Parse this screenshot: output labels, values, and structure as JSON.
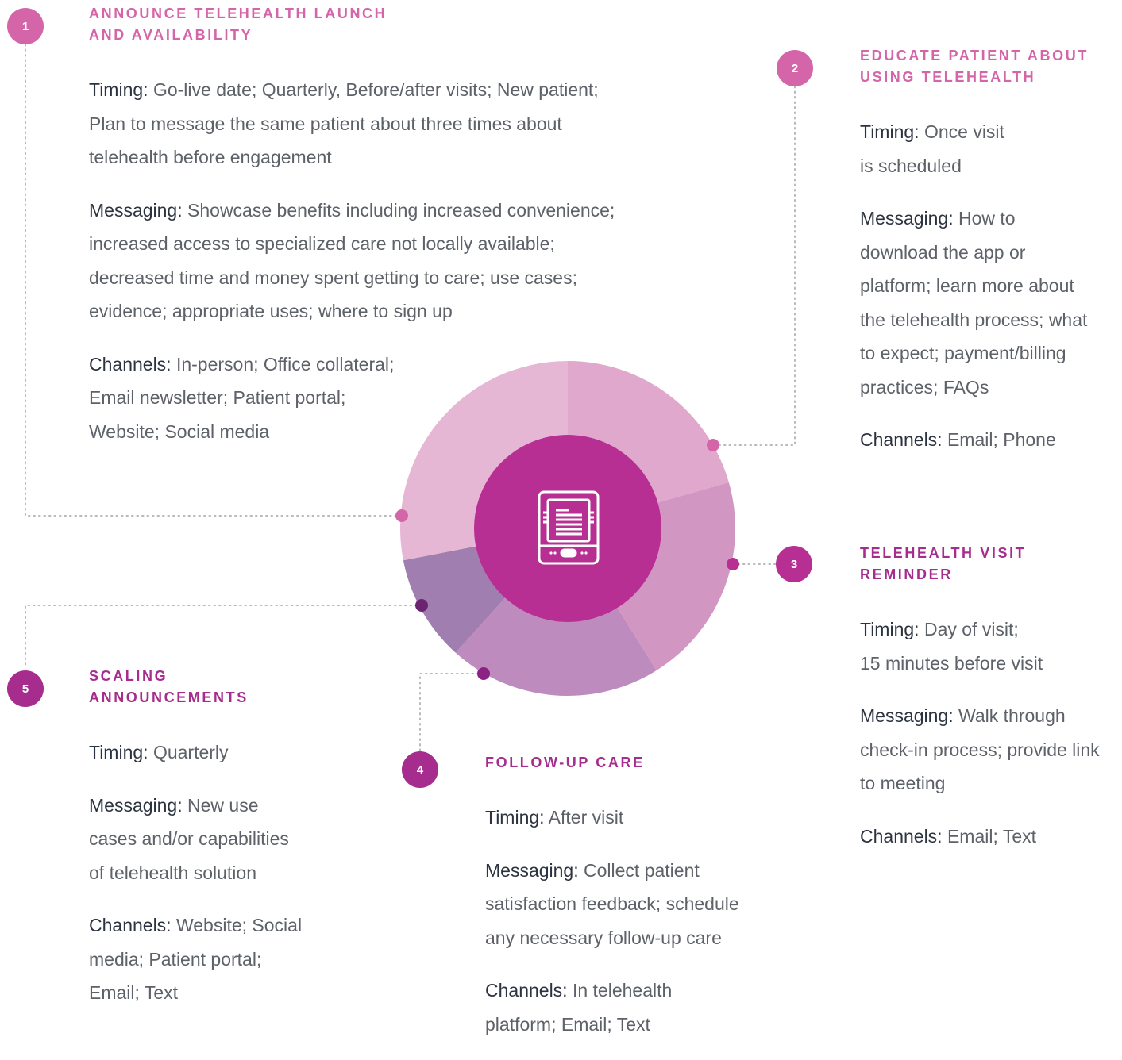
{
  "colors": {
    "pink": "#d465a9",
    "magenta": "#b82f93",
    "purple": "#a62d8e",
    "dark_purple": "#6b2570",
    "dotted_line": "#b9b9b9",
    "segment_1": "#e5b7d5",
    "segment_2": "#e0a8cc",
    "segment_3": "#d296c3",
    "segment_4": "#be8bbf",
    "segment_5": "#a07fb0",
    "hub": "#b82f93"
  },
  "center": {
    "icon": "tablet-document-icon"
  },
  "stages": [
    {
      "number": "1",
      "title_line1": "ANNOUNCE TELEHEALTH LAUNCH",
      "title_line2": "AND AVAILABILITY",
      "timing_label": "Timing:",
      "timing_lines": [
        " Go-live date; Quarterly, Before/after visits; New patient;",
        "Plan to message the same patient about three times about",
        "telehealth before engagement"
      ],
      "messaging_label": "Messaging:",
      "messaging_lines": [
        " Showcase benefits including increased convenience;",
        "increased access to specialized care not locally available;",
        "decreased time and money spent getting to care; use cases;",
        "evidence; appropriate uses; where to sign up"
      ],
      "channels_label": "Channels:",
      "channels_lines": [
        " In-person; Office collateral;",
        "Email newsletter; Patient portal;",
        "Website; Social media"
      ]
    },
    {
      "number": "2",
      "title_line1": "EDUCATE PATIENT ABOUT",
      "title_line2": "USING TELEHEALTH",
      "timing_label": "Timing:",
      "timing_lines": [
        " Once visit",
        "is scheduled"
      ],
      "messaging_label": "Messaging:",
      "messaging_lines": [
        " How to",
        "download the app or",
        "platform; learn more about",
        "the telehealth process; what",
        "to expect; payment/billing",
        "practices; FAQs"
      ],
      "channels_label": "Channels:",
      "channels_lines": [
        " Email; Phone"
      ]
    },
    {
      "number": "3",
      "title_line1": "TELEHEALTH VISIT",
      "title_line2": "REMINDER",
      "timing_label": "Timing:",
      "timing_lines": [
        " Day of visit;",
        "15 minutes before visit"
      ],
      "messaging_label": "Messaging:",
      "messaging_lines": [
        " Walk through",
        "check-in process; provide link",
        "to meeting"
      ],
      "channels_label": "Channels:",
      "channels_lines": [
        " Email; Text"
      ]
    },
    {
      "number": "4",
      "title_line1": "FOLLOW-UP CARE",
      "title_line2": "",
      "timing_label": "Timing:",
      "timing_lines": [
        " After visit"
      ],
      "messaging_label": "Messaging:",
      "messaging_lines": [
        " Collect patient",
        "satisfaction feedback; schedule",
        "any necessary follow-up care"
      ],
      "channels_label": "Channels:",
      "channels_lines": [
        " In telehealth",
        "platform; Email; Text"
      ]
    },
    {
      "number": "5",
      "title_line1": "SCALING",
      "title_line2": "ANNOUNCEMENTS",
      "timing_label": "Timing:",
      "timing_lines": [
        " Quarterly"
      ],
      "messaging_label": "Messaging:",
      "messaging_lines": [
        " New use",
        "cases and/or capabilities",
        "of telehealth solution"
      ],
      "channels_label": "Channels:",
      "channels_lines": [
        " Website; Social",
        "media; Patient portal;",
        "Email; Text"
      ]
    }
  ]
}
